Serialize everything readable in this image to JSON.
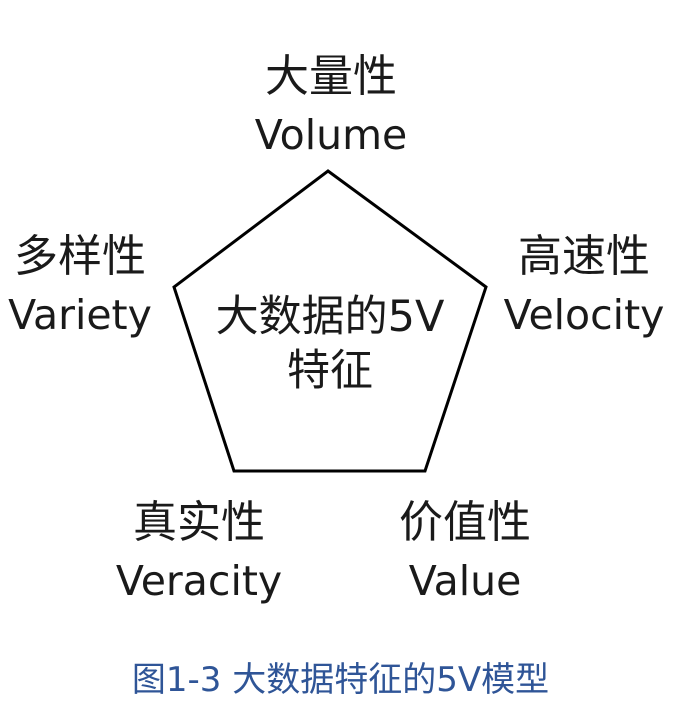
{
  "center": {
    "line1": "大数据的5V",
    "line2": "特征"
  },
  "vertices": {
    "top": {
      "cn": "大量性",
      "en": "Volume"
    },
    "left": {
      "cn": "多样性",
      "en": "Variety"
    },
    "right": {
      "cn": "高速性",
      "en": "Velocity"
    },
    "bottom_left": {
      "cn": "真实性",
      "en": "Veracity"
    },
    "bottom_right": {
      "cn": "价值性",
      "en": "Value"
    }
  },
  "caption": "图1-3 大数据特征的5V模型",
  "colors": {
    "text": "#1a1a1a",
    "stroke": "#000000",
    "caption": "#2f5597"
  }
}
